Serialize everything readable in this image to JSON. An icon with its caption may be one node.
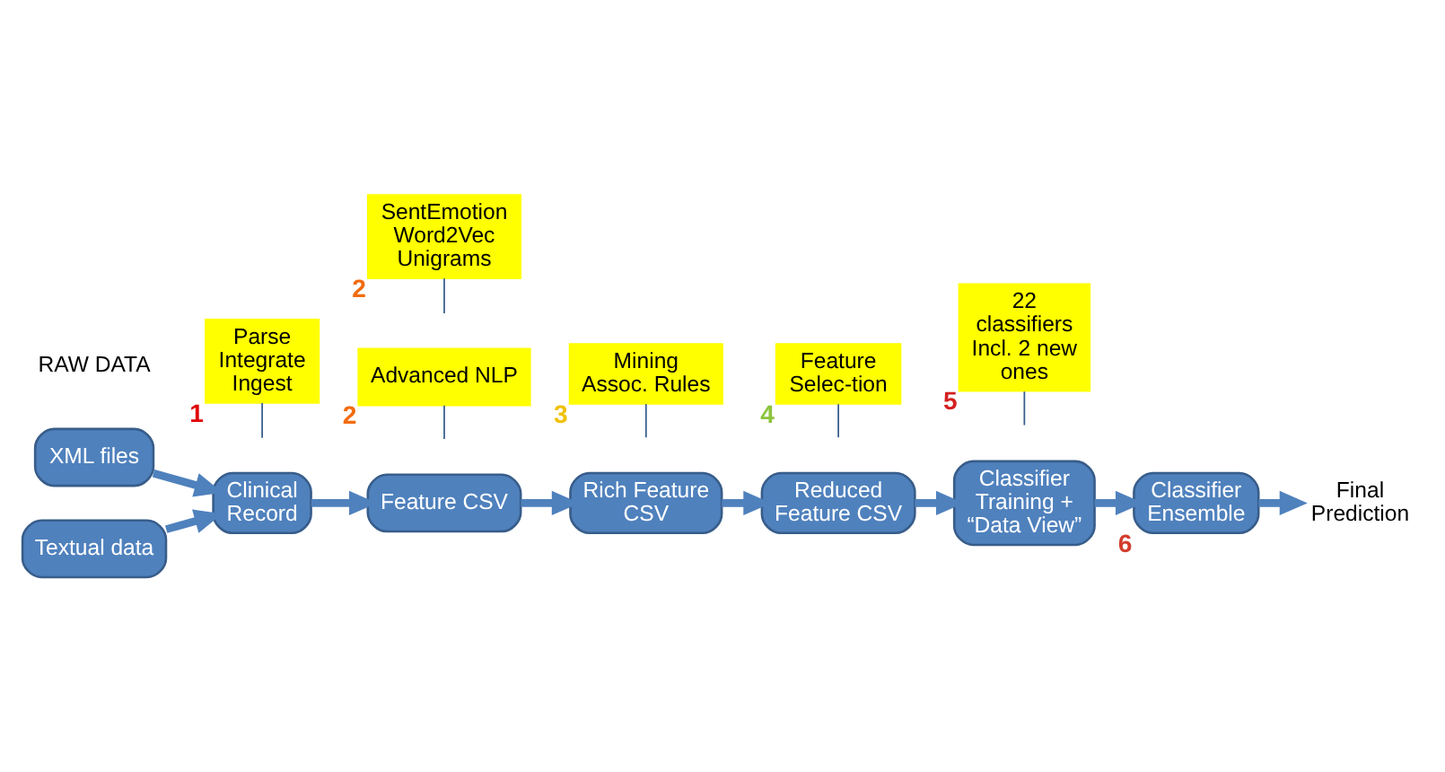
{
  "diagram": {
    "nodes": [
      {
        "text": [
          "XML files"
        ]
      },
      {
        "text": [
          "Textual data"
        ]
      },
      {
        "text": [
          "Clinical Record"
        ]
      },
      {
        "text": [
          "Feature CSV"
        ]
      },
      {
        "text": [
          "Rich Feature CSV"
        ]
      },
      {
        "text": [
          "Reduced Feature CSV"
        ]
      },
      {
        "text": [
          "Classifier Training + “Data View”"
        ]
      },
      {
        "text": [
          "Classifier Ensemble"
        ],
        "beside": [
          "6"
        ]
      },
      {
        "text": [
          "Final Prediction"
        ]
      },
      {
        "text": [
          "Parse Integrate Ingest"
        ],
        "beside": [
          "1"
        ]
      },
      {
        "text": [
          "Advanced NLP"
        ],
        "beside": [
          "2"
        ]
      },
      {
        "text": [
          "Mining Assoc. Rules"
        ],
        "beside": [
          "3"
        ]
      },
      {
        "text": [
          "SentEmotion Word2Vec Unigrams"
        ],
        "beside": [
          "2"
        ]
      },
      {
        "text": [
          "Feature Selec-tion"
        ],
        "beside": [
          "4"
        ]
      },
      {
        "text": [
          "22 classifiers Incl. 2 new ones"
        ],
        "beside": [
          "5"
        ]
      }
    ],
    "edges": [
      {
        "from": 0,
        "to": 2,
        "arrow": "to"
      },
      {
        "from": 1,
        "to": 2,
        "arrow": "to"
      },
      {
        "from": 2,
        "to": 3,
        "arrow": "to"
      },
      {
        "from": 3,
        "to": 4,
        "arrow": "to"
      },
      {
        "from": 4,
        "to": 5,
        "arrow": "to"
      },
      {
        "from": 5,
        "to": 6,
        "arrow": "to"
      },
      {
        "from": 6,
        "to": 7,
        "arrow": "to"
      },
      {
        "from": 7,
        "to": 8,
        "arrow": "to"
      },
      {
        "from": 9,
        "to": null,
        "arrow": "none"
      },
      {
        "from": 10,
        "to": null,
        "arrow": "none"
      },
      {
        "from": 11,
        "to": null,
        "arrow": "none"
      },
      {
        "from": 12,
        "to": null,
        "arrow": "none"
      },
      {
        "from": 13,
        "to": null,
        "arrow": "none"
      },
      {
        "from": 14,
        "to": null,
        "arrow": "none"
      }
    ],
    "labels": [
      "RAW DATA"
    ]
  }
}
